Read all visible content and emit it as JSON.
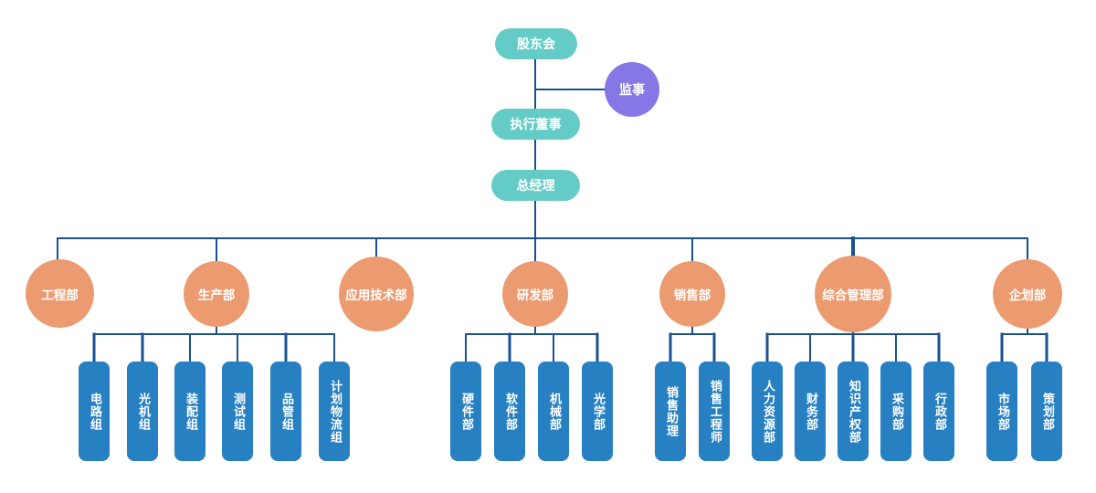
{
  "palette": {
    "teal": "#65cbc6",
    "purple": "#8677e6",
    "orange": "#ec9b70",
    "blue": "#2680c2",
    "line": "#1a5190",
    "node_text": "#ffffff"
  },
  "top_nodes": {
    "shareholders": "股东会",
    "supervisor": "监事",
    "executive_director": "执行董事",
    "general_manager": "总经理"
  },
  "departments": [
    {
      "label": "工程部",
      "children": []
    },
    {
      "label": "生产部",
      "children": [
        "电路组",
        "光机组",
        "装配组",
        "测试组",
        "品管组",
        "计划物流组"
      ]
    },
    {
      "label": "应用技术部",
      "children": []
    },
    {
      "label": "研发部",
      "children": [
        "硬件部",
        "软件部",
        "机械部",
        "光学部"
      ]
    },
    {
      "label": "销售部",
      "children": [
        "销售助理",
        "销售工程师"
      ]
    },
    {
      "label": "综合管理部",
      "children": [
        "人力资源部",
        "财务部",
        "知识产权部",
        "采购部",
        "行政部"
      ]
    },
    {
      "label": "企划部",
      "children": [
        "市场部",
        "策划部"
      ]
    }
  ]
}
